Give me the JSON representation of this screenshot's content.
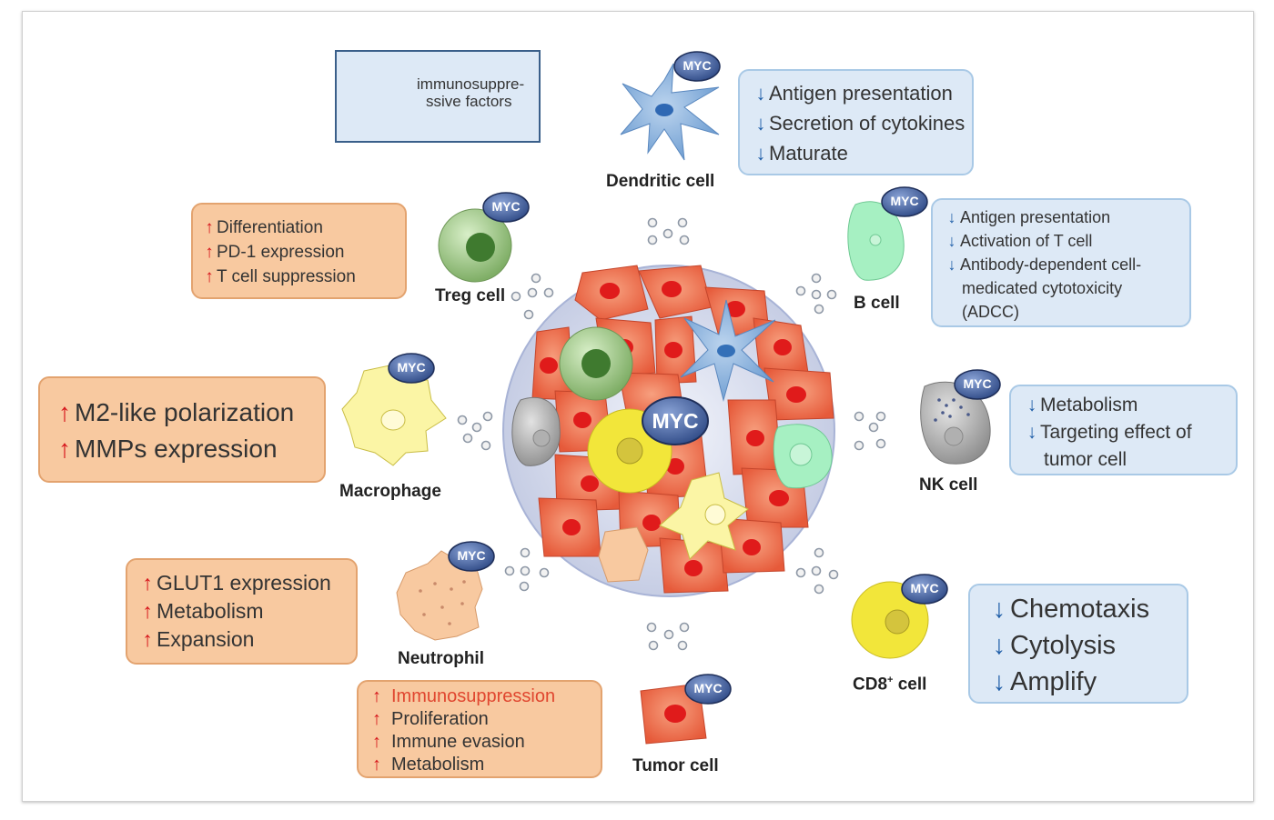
{
  "legend": {
    "text_line1": "immunosuppre-",
    "text_line2": "ssive factors"
  },
  "center_label": "MYC",
  "myc_badge": "MYC",
  "cells": {
    "dendritic": {
      "label": "Dendritic cell"
    },
    "treg": {
      "label": "Treg cell"
    },
    "b": {
      "label": "B cell"
    },
    "macrophage": {
      "label": "Macrophage"
    },
    "nk": {
      "label": "NK cell"
    },
    "neutrophil": {
      "label": "Neutrophil"
    },
    "cd8": {
      "label_main": "CD8",
      "label_sup": "+",
      "label_tail": " cell"
    },
    "tumor": {
      "label": "Tumor cell"
    }
  },
  "effects": {
    "dendritic": [
      "Antigen presentation",
      "Secretion of cytokines",
      "Maturate"
    ],
    "treg": [
      "Differentiation",
      "PD-1 expression",
      "T cell suppression"
    ],
    "b": [
      "Antigen presentation",
      "Activation of T cell",
      "Antibody-dependent cell-",
      "medicated cytotoxicity",
      "(ADCC)"
    ],
    "macrophage": [
      "M2-like polarization",
      "MMPs expression"
    ],
    "nk": [
      "Metabolism",
      "Targeting effect of",
      "tumor cell"
    ],
    "neutrophil": [
      "GLUT1 expression",
      "Metabolism",
      "Expansion"
    ],
    "cd8": [
      "Chemotaxis",
      "Cytolysis",
      "Amplify"
    ],
    "tumor": [
      "Immunosuppression",
      "Proliferation",
      "Immune evasion",
      "Metabolism"
    ]
  },
  "colors": {
    "up_arrow": "#d6151b",
    "down_arrow": "#1f5ea8",
    "orange_box": "#f8c9a0",
    "blue_box": "#dde9f6",
    "myc_badge": "#3d5e9a",
    "tumor_cell": "#ee6a4a"
  }
}
